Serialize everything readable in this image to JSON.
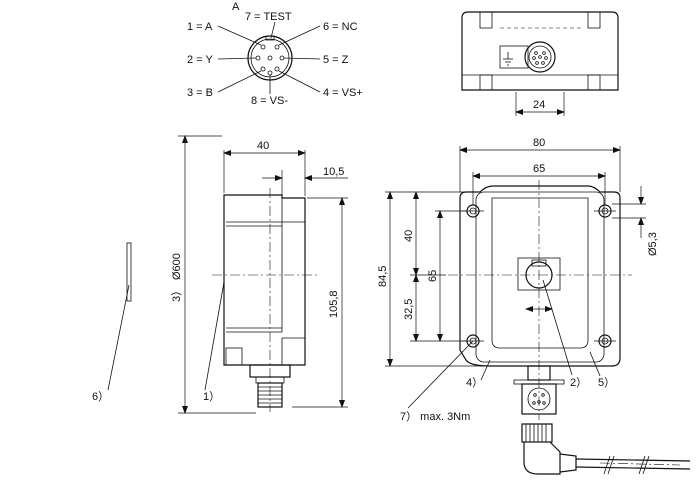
{
  "pinout": {
    "letter_a": "A",
    "pin1": "1 = A",
    "pin2": "2 = Y",
    "pin3": "3 = B",
    "pin4": "4 = VS+",
    "pin5": "5 = Z",
    "pin6": "6 = NC",
    "pin7": "7 = TEST",
    "pin8": "8 = VS-"
  },
  "top_view": {
    "dim_width": "24"
  },
  "side_view": {
    "dim_width": "40",
    "dim_offset": "10,5",
    "dim_height": "105,8",
    "dim_cable": "Ø600",
    "note_3": "3）",
    "note_1": "1）",
    "note_6": "6）"
  },
  "front_view": {
    "dim_width": "80",
    "dim_hole_spacing": "65",
    "dim_height": "84,5",
    "dim_vert_hole": "65",
    "dim_upper": "40",
    "dim_lower": "32,5",
    "dim_hole_dia": "Ø5,3",
    "note_4": "4）",
    "note_2": "2）",
    "note_5": "5）",
    "note_7": "7） max. 3Nm"
  }
}
